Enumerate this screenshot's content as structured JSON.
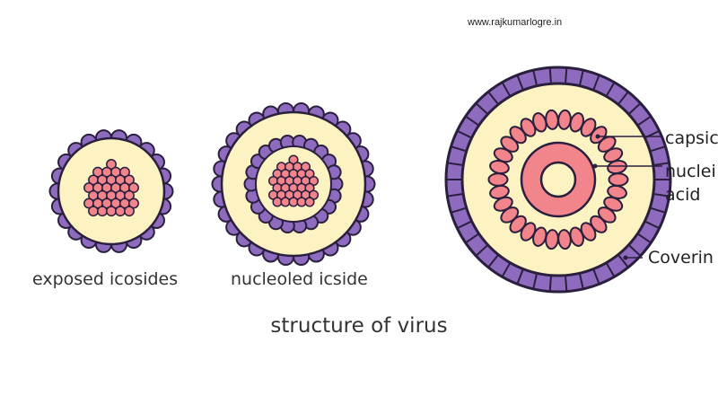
{
  "watermark": "www.rajkumarlogre.in",
  "title": "structure of virus",
  "captions": {
    "exposed": "exposed icosides",
    "nucleoled": "nucleoled icside"
  },
  "labels": {
    "capsid": "capsic",
    "nucleic_line1": "nuclei",
    "nucleic_line2": "acid",
    "covering": "Coverin"
  },
  "colors": {
    "outline": "#2a1f3d",
    "capsomere_purple": "#8e6bbf",
    "cytoplasm_yellow": "#fdf2c2",
    "nucleic_pink": "#f2848c",
    "background": "#ffffff"
  }
}
